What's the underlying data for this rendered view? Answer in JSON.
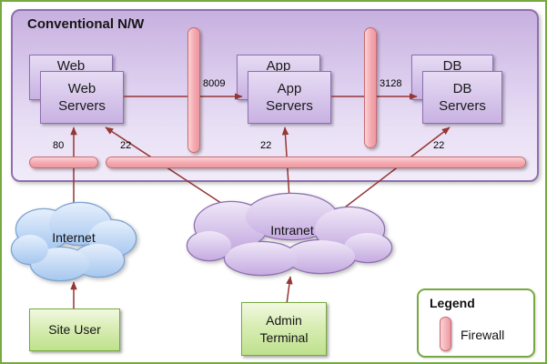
{
  "panel": {
    "title": "Conventional N/W"
  },
  "servers": {
    "web": {
      "back": "Web",
      "line1": "Web",
      "line2": "Servers"
    },
    "app": {
      "back": "App",
      "line1": "App",
      "line2": "Servers"
    },
    "db": {
      "back": "DB",
      "line1": "DB",
      "line2": "Servers"
    }
  },
  "ports": {
    "fw_web_app": "8009",
    "fw_app_db": "3128",
    "fw_internet": "80",
    "fw_intranet": [
      "22",
      "22",
      "22"
    ]
  },
  "clouds": {
    "internet": "Internet",
    "intranet": "Intranet"
  },
  "endpoints": {
    "site_user": "Site User",
    "admin_terminal": {
      "line1": "Admin",
      "line2": "Terminal"
    }
  },
  "legend": {
    "title": "Legend",
    "firewall": "Firewall"
  },
  "colors": {
    "outer_border": "#76a93f",
    "panel_purple": "#8f6fb0",
    "firewall_pink": "#f3a9af",
    "firewall_border": "#c96b72",
    "arrow_red": "#943634",
    "internet_blue": "#7da4d2",
    "green_box": "#bfe18d"
  }
}
